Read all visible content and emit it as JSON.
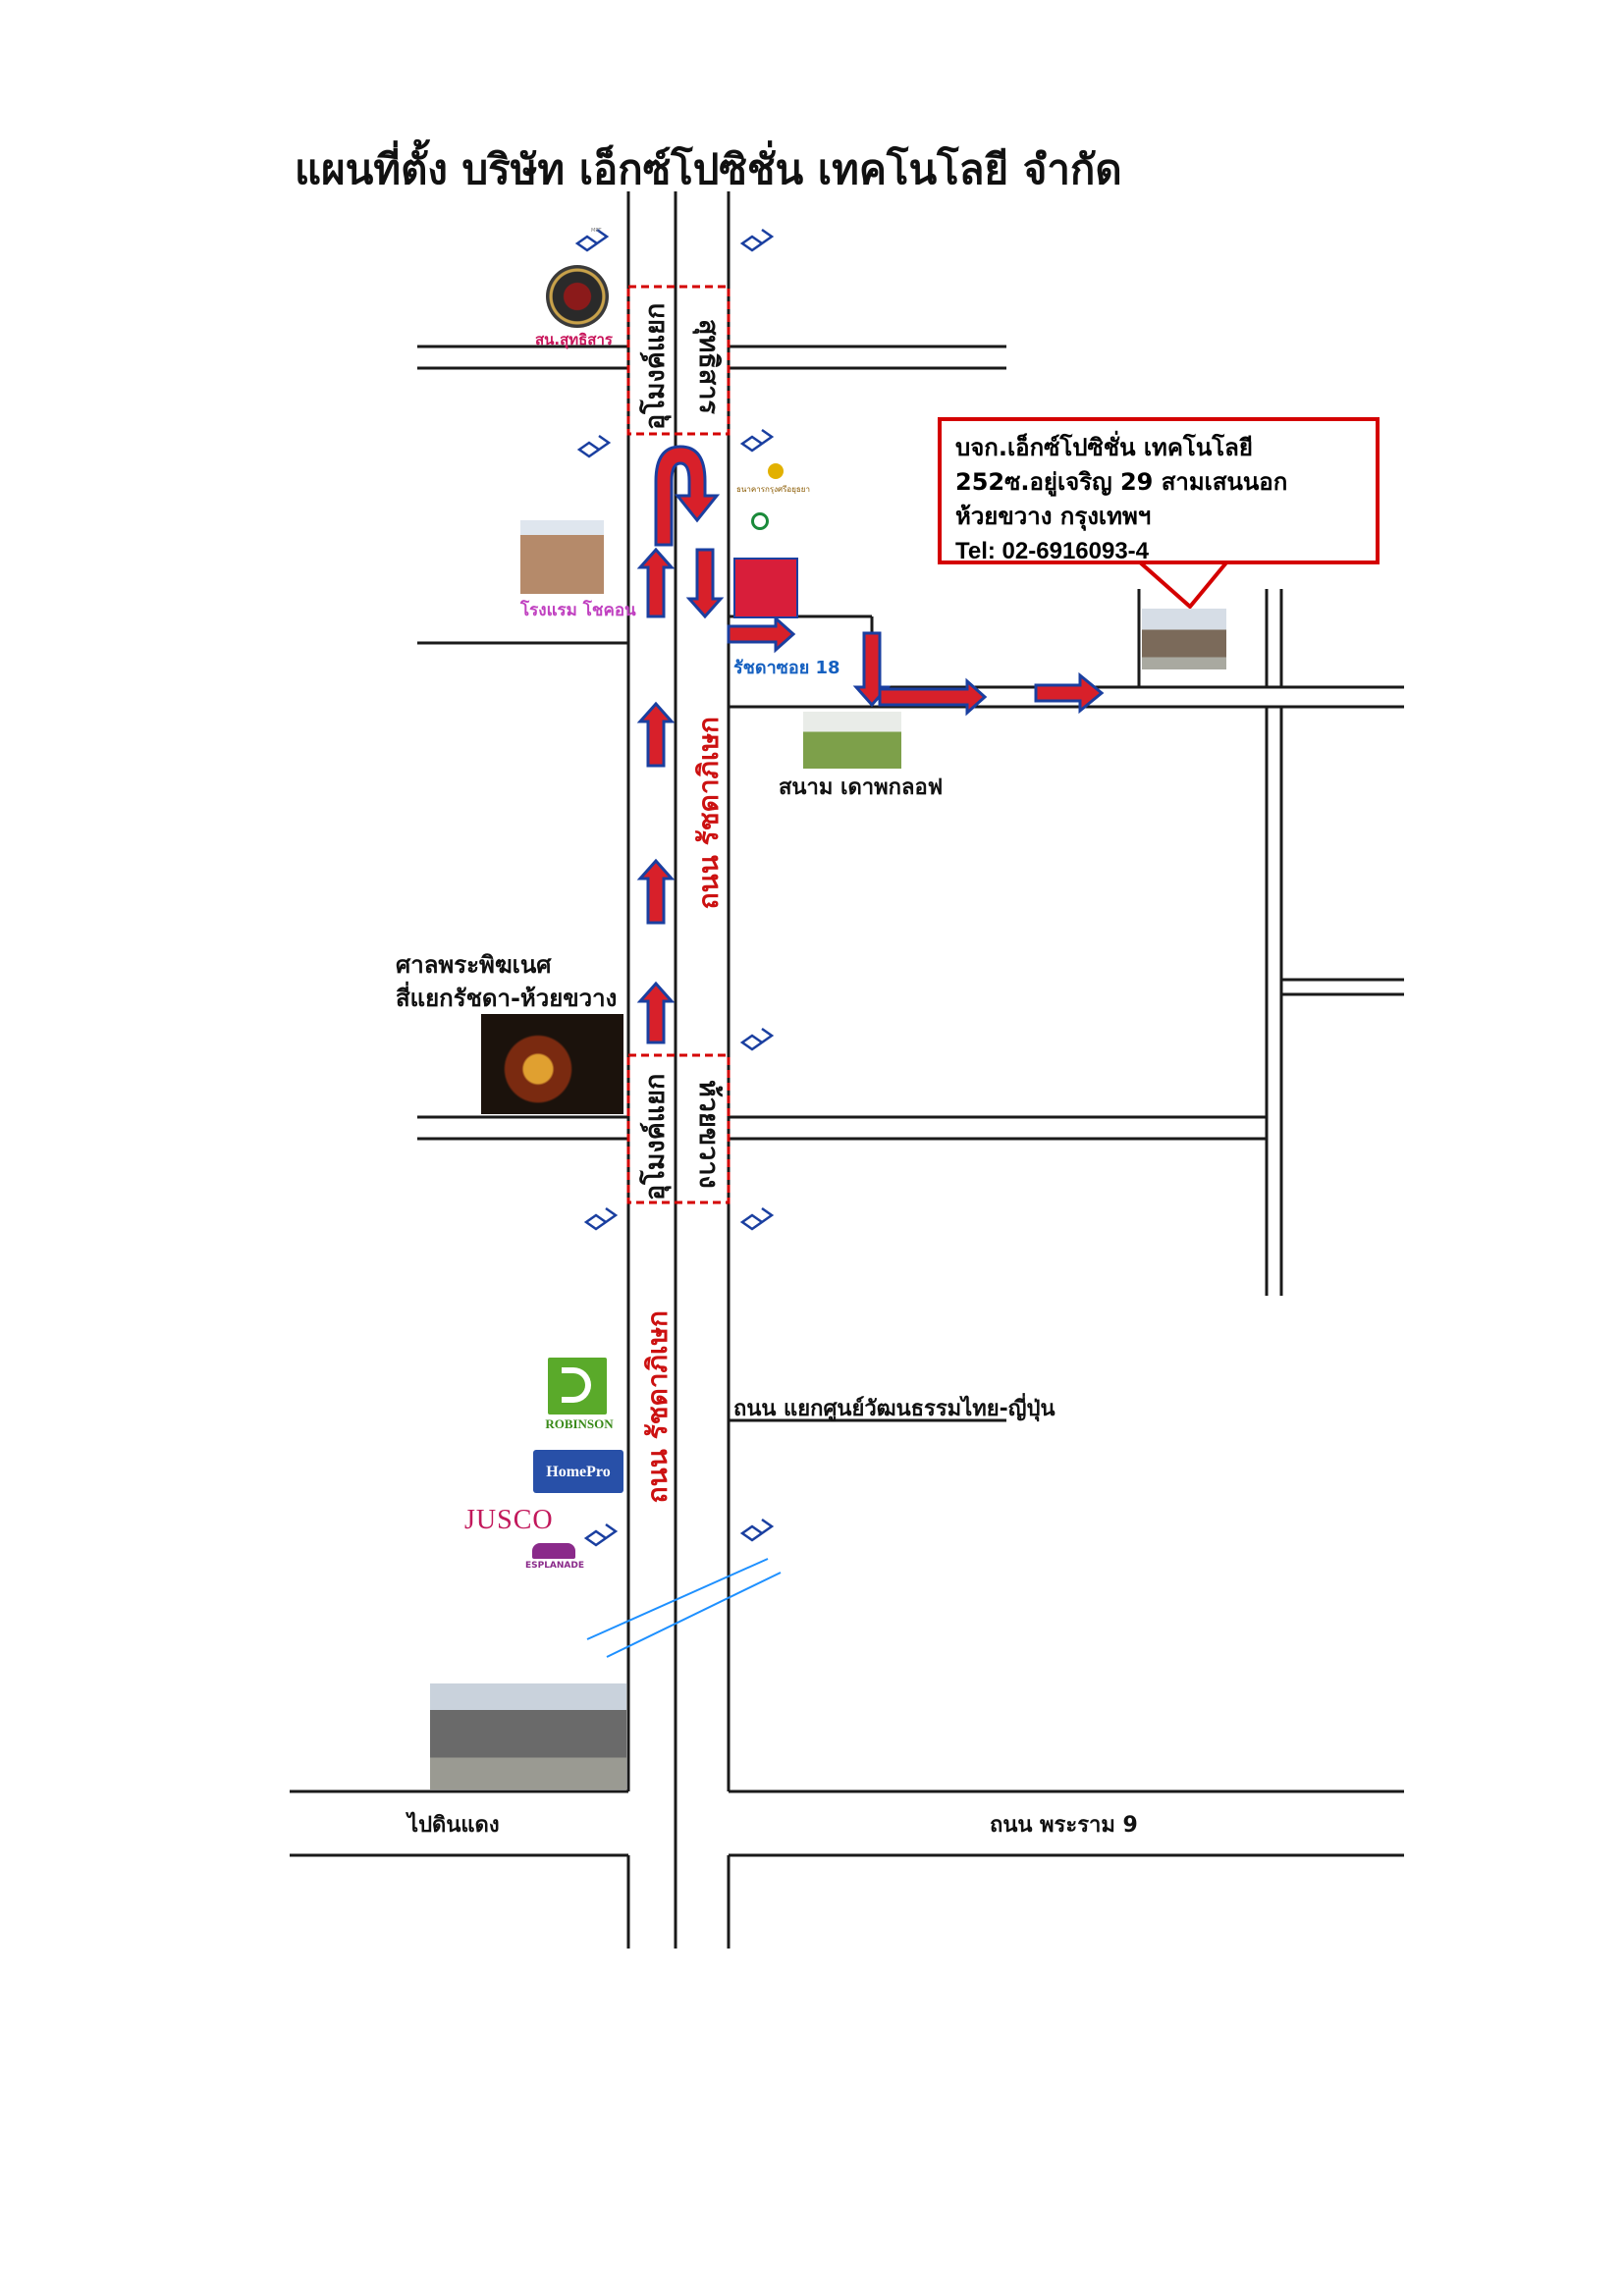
{
  "title": "แผนที่ตั้ง บริษัท เอ็กซ์โปซิชั่น เทคโนโลยี จำกัด",
  "company_box": {
    "line1": "บจก.เอ็กซ์โปซิชั่น เทคโนโลยี",
    "line2": "252ซ.อยู่เจริญ 29 สามเสนนอก",
    "line3": "ห้วยขวาง กรุงเทพฯ",
    "tel": "Tel: 02-6916093-4"
  },
  "labels": {
    "police_station": "สน.สุทธิสาร",
    "hotel": "โรงแรม โชคอน",
    "soi": "รัชดาซอย 18",
    "golf": "สนาม เดาพกลอฟ",
    "shrine_line1": "ศาลพระพิฆเนศ",
    "shrine_line2": "สี่แยกรัชดา-ห้วยขวาง",
    "road_japan": "ถนน แยกศูนย์วัฒนธรรมไทย-ญี่ปุ่น",
    "to_dindaeng": "ไปดินแดง",
    "rama9": "ถนน พระราม 9",
    "ratchada_upper": "ถนน รัชดาภิเษก",
    "ratchada_lower": "ถนน รัชดาภิเษก",
    "tunnel1_left": "อุโมงค์แยก",
    "tunnel1_right": "สุทธิสาร",
    "tunnel2_left": "อุโมงค์แยก",
    "tunnel2_right": "ห้วยขวาง",
    "bank": "ธนาคารกรุงศรีอยุธยา",
    "robinson": "ROBINSON",
    "homepro": "HomePro",
    "jusco": "JUSCO",
    "esplanade": "ESPLANADE"
  },
  "colors": {
    "road": "#1a1a1a",
    "arrow_fill": "#d8202a",
    "arrow_outline": "#1a3fa0",
    "box_border": "#d40000",
    "soi_label": "#1560c0",
    "mrt_icon": "#1a3fa0",
    "dashed_frame": "#d40000",
    "rail_line": "#1e90ff"
  },
  "icons": [
    "mrt-station-icon",
    "police-seal-icon",
    "bank-logo-icon",
    "kasikorn-logo-icon",
    "robinson-logo",
    "homepro-logo",
    "jusco-logo",
    "esplanade-logo"
  ]
}
